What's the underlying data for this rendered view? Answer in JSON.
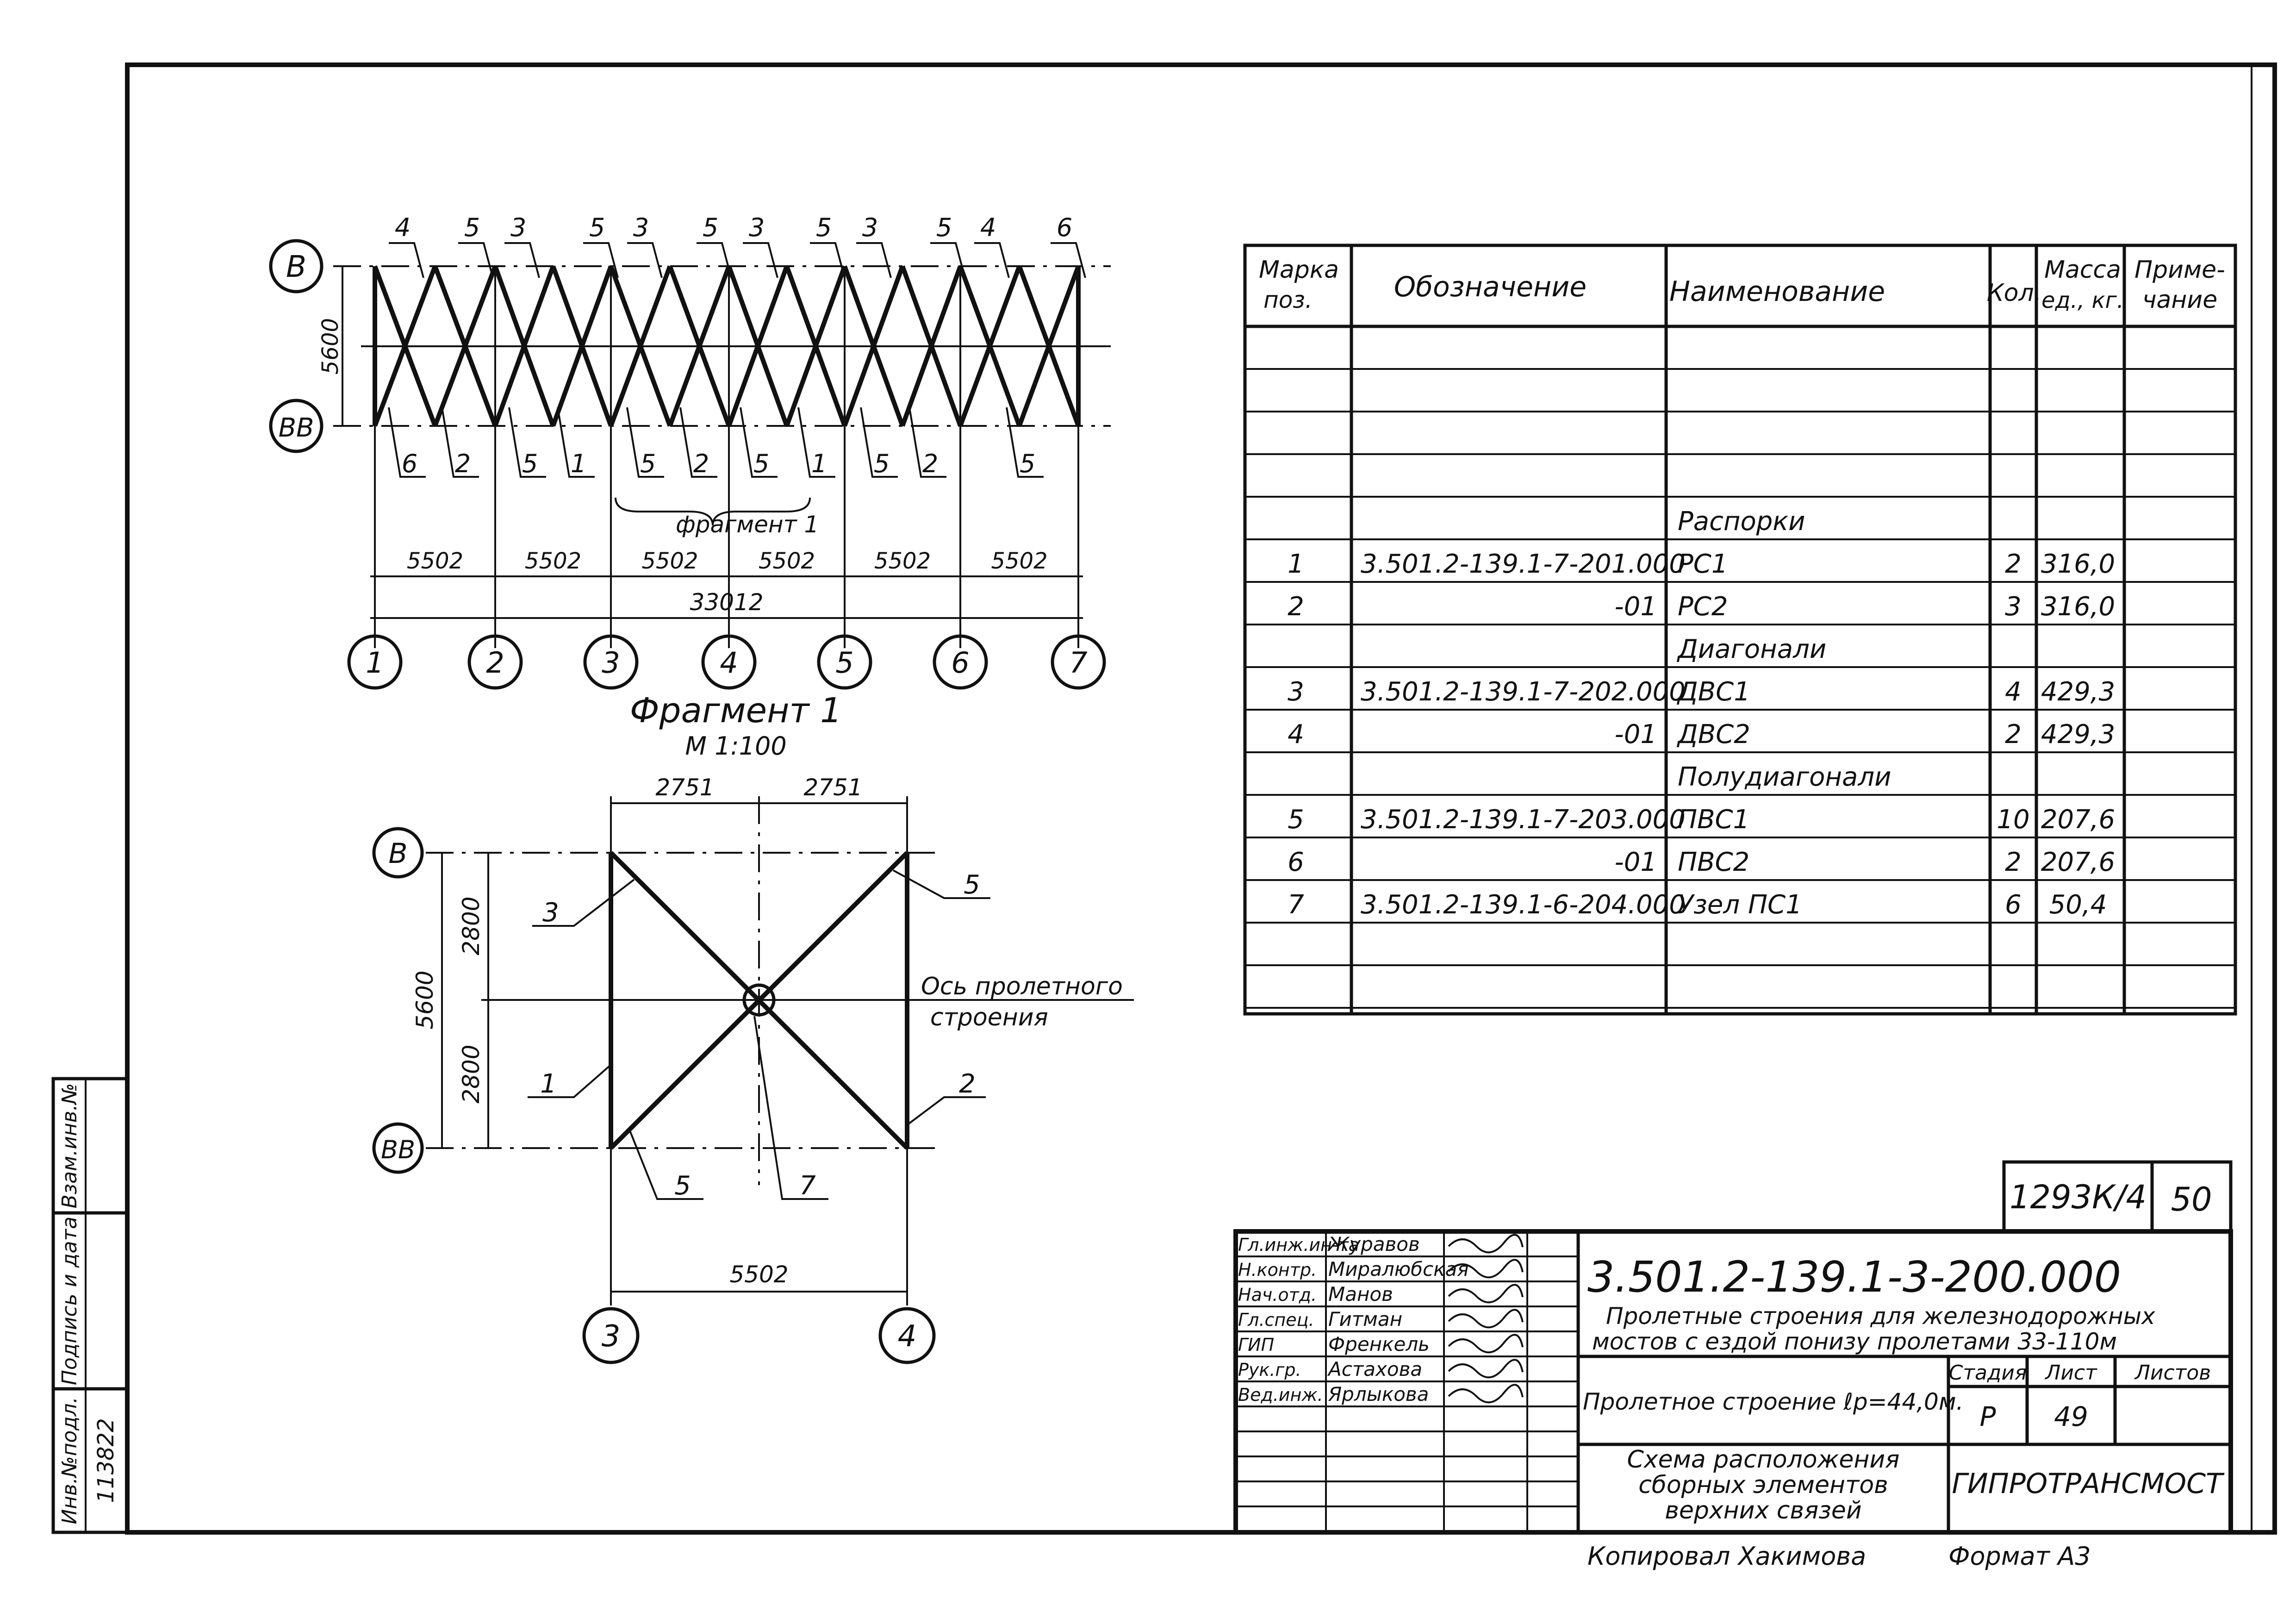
{
  "plan": {
    "row_axes": [
      "В",
      "ВВ"
    ],
    "height_dim": "5600",
    "column_axes": [
      "1",
      "2",
      "3",
      "4",
      "5",
      "6",
      "7"
    ],
    "bay_dims": [
      "5502",
      "5502",
      "5502",
      "5502",
      "5502",
      "5502"
    ],
    "total_dim": "33012",
    "top_callouts": [
      "4",
      "5",
      "3",
      "5",
      "3",
      "5",
      "3",
      "5",
      "3",
      "5",
      "4",
      "6"
    ],
    "bottom_callouts": [
      "6",
      "2",
      "5",
      "1",
      "5",
      "2",
      "5",
      "1",
      "5",
      "2",
      "5"
    ],
    "fragment_label": "фрагмент 1"
  },
  "fragment": {
    "title": "Фрагмент 1",
    "scale": "М 1:100",
    "row_axes": [
      "В",
      "ВВ"
    ],
    "column_axes": [
      "3",
      "4"
    ],
    "top_dims": [
      "2751",
      "2751"
    ],
    "left_dims_total": "5600",
    "left_dims": [
      "2800",
      "2800"
    ],
    "bottom_dim": "5502",
    "callouts": {
      "c3": "3",
      "c5top": "5",
      "c1": "1",
      "c2": "2",
      "c5bot": "5",
      "c7": "7"
    },
    "axis_note_1": "Ось пролетного",
    "axis_note_2": "строения"
  },
  "spec_table": {
    "headers": {
      "mark_1": "Марка",
      "mark_2": "поз.",
      "designation": "Обозначение",
      "name": "Наименование",
      "qty": "Кол.",
      "mass_1": "Масса",
      "mass_2": "ед., кг.",
      "note_1": "Приме-",
      "note_2": "чание"
    },
    "rows": [
      {
        "mark": "",
        "designation": "",
        "name": "Распорки",
        "qty": "",
        "mass": ""
      },
      {
        "mark": "1",
        "designation": "3.501.2-139.1-7-201.000",
        "name": "РС1",
        "qty": "2",
        "mass": "316,0"
      },
      {
        "mark": "2",
        "designation": "-01",
        "name": "РС2",
        "qty": "3",
        "mass": "316,0"
      },
      {
        "mark": "",
        "designation": "",
        "name": "Диагонали",
        "qty": "",
        "mass": ""
      },
      {
        "mark": "3",
        "designation": "3.501.2-139.1-7-202.000",
        "name": "ДВС1",
        "qty": "4",
        "mass": "429,3"
      },
      {
        "mark": "4",
        "designation": "-01",
        "name": "ДВС2",
        "qty": "2",
        "mass": "429,3"
      },
      {
        "mark": "",
        "designation": "",
        "name": "Полудиагонали",
        "qty": "",
        "mass": ""
      },
      {
        "mark": "5",
        "designation": "3.501.2-139.1-7-203.000",
        "name": "ПВС1",
        "qty": "10",
        "mass": "207,6"
      },
      {
        "mark": "6",
        "designation": "-01",
        "name": "ПВС2",
        "qty": "2",
        "mass": "207,6"
      },
      {
        "mark": "7",
        "designation": "3.501.2-139.1-6-204.000",
        "name": "Узел ПС1",
        "qty": "6",
        "mass": "50,4"
      }
    ]
  },
  "stamp": {
    "archive_no": "1293К/4",
    "sheet_ref": "50",
    "code": "3.501.2-139.1-3-200.000",
    "project_1": "Пролетные строения для железнодорожных",
    "project_2": "мостов с ездой понизу пролетами 33-110м",
    "object": "Пролетное строение ℓр=44,0м.",
    "stage_label": "Стадия",
    "sheet_label": "Лист",
    "sheets_label": "Листов",
    "stage": "Р",
    "sheet": "49",
    "drawing_1": "Схема расположения",
    "drawing_2": "сборных элементов",
    "drawing_3": "верхних связей",
    "org": "ГИПРОТРАНСМОСТ",
    "roles": [
      {
        "role": "Гл.инж.ин-та",
        "name": "Журавов"
      },
      {
        "role": "Н.контр.",
        "name": "Миралюбская"
      },
      {
        "role": "Нач.отд.",
        "name": "Манов"
      },
      {
        "role": "Гл.спец.",
        "name": "Гитман"
      },
      {
        "role": "ГИП",
        "name": "Френкель"
      },
      {
        "role": "Рук.гр.",
        "name": "Астахова"
      },
      {
        "role": "Вед.инж.",
        "name": "Ярлыкова"
      }
    ]
  },
  "side_stamp": {
    "inv_label": "Инв.№подл.",
    "sign_label": "Подпись и дата",
    "replace_label": "Взам.инв.№",
    "inv_no": "113822"
  },
  "footer": {
    "copied": "Копировал Хакимова",
    "format": "Формат А3"
  }
}
